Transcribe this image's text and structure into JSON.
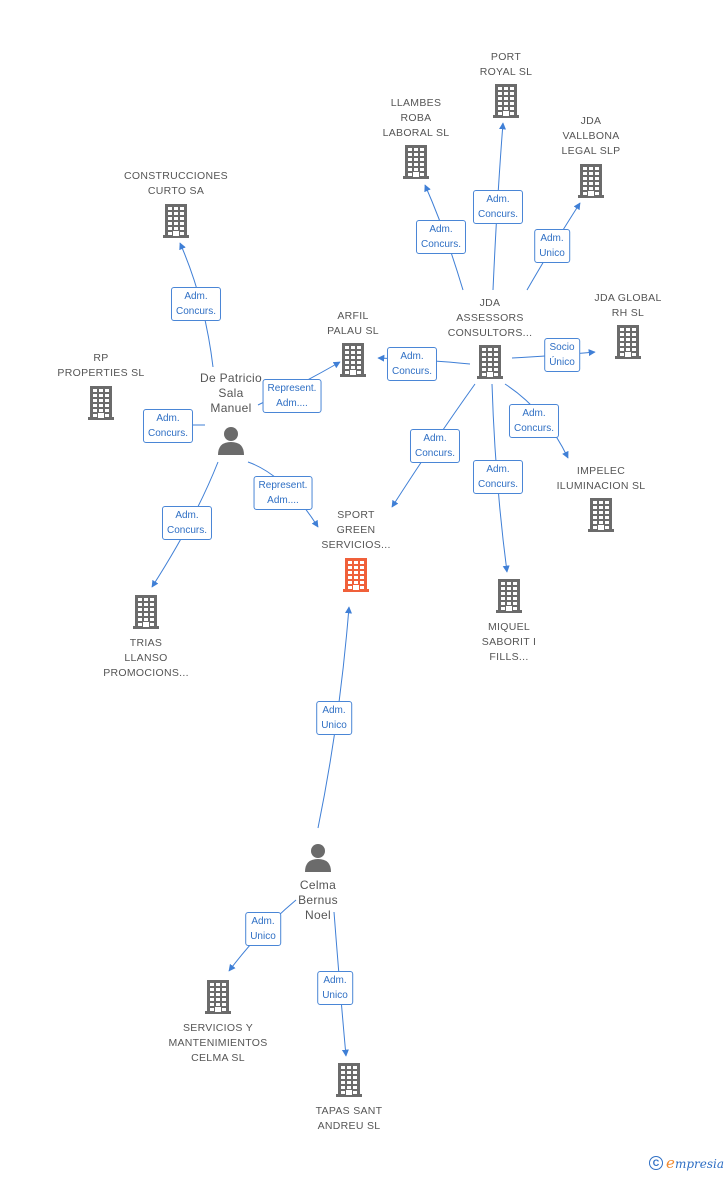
{
  "colors": {
    "building": "#6b6b6b",
    "focus_building": "#f0603a",
    "person": "#6b6b6b",
    "edge": "#3f7fd6"
  },
  "nodes": [
    {
      "id": "port",
      "type": "company",
      "label": [
        "PORT",
        "ROYAL SL"
      ]
    },
    {
      "id": "llambes",
      "type": "company",
      "label": [
        "LLAMBES",
        "ROBA",
        "LABORAL SL"
      ]
    },
    {
      "id": "vallbona",
      "type": "company",
      "label": [
        "JDA",
        "VALLBONA",
        "LEGAL SLP"
      ]
    },
    {
      "id": "construcciones",
      "type": "company",
      "label": [
        "CONSTRUCCIONES",
        "CURTO SA"
      ]
    },
    {
      "id": "arfil",
      "type": "company",
      "label": [
        "ARFIL",
        "PALAU SL"
      ]
    },
    {
      "id": "jda",
      "type": "company",
      "label": [
        "JDA",
        "ASSESSORS",
        "CONSULTORS..."
      ]
    },
    {
      "id": "jdaglobal",
      "type": "company",
      "label": [
        "JDA GLOBAL",
        "RH SL"
      ]
    },
    {
      "id": "rp",
      "type": "company",
      "label": [
        "RP",
        "PROPERTIES SL"
      ]
    },
    {
      "id": "patricio",
      "type": "person",
      "label": [
        "De Patricio",
        "Sala",
        "Manuel"
      ]
    },
    {
      "id": "sport",
      "type": "focus",
      "label": [
        "SPORT",
        "GREEN",
        "SERVICIOS..."
      ]
    },
    {
      "id": "impelec",
      "type": "company",
      "label": [
        "IMPELEC",
        "ILUMINACION SL"
      ]
    },
    {
      "id": "trias",
      "type": "company",
      "label": [
        "TRIAS",
        "LLANSO",
        "PROMOCIONS..."
      ]
    },
    {
      "id": "miquel",
      "type": "company",
      "label": [
        "MIQUEL",
        "SABORIT I",
        "FILLS..."
      ]
    },
    {
      "id": "celma",
      "type": "person",
      "label": [
        "Celma",
        "Bernus",
        "Noel"
      ]
    },
    {
      "id": "servicios",
      "type": "company",
      "label": [
        "SERVICIOS Y",
        "MANTENIMIENTOS",
        "CELMA SL"
      ]
    },
    {
      "id": "tapas",
      "type": "company",
      "label": [
        "TAPAS SANT",
        "ANDREU SL"
      ]
    }
  ],
  "edges": [
    {
      "from": "jda",
      "to": "port",
      "label": [
        "Adm.",
        "Concurs."
      ]
    },
    {
      "from": "jda",
      "to": "llambes",
      "label": [
        "Adm.",
        "Concurs."
      ]
    },
    {
      "from": "jda",
      "to": "vallbona",
      "label": [
        "Adm.",
        "Unico"
      ]
    },
    {
      "from": "jda",
      "to": "jdaglobal",
      "label": [
        "Socio",
        "Único"
      ]
    },
    {
      "from": "jda",
      "to": "arfil",
      "label": [
        "Adm.",
        "Concurs."
      ]
    },
    {
      "from": "jda",
      "to": "impelec",
      "label": [
        "Adm.",
        "Concurs."
      ]
    },
    {
      "from": "jda",
      "to": "sport",
      "label": [
        "Adm.",
        "Concurs."
      ]
    },
    {
      "from": "jda",
      "to": "miquel",
      "label": [
        "Adm.",
        "Concurs."
      ]
    },
    {
      "from": "patricio",
      "to": "construcciones",
      "label": [
        "Adm.",
        "Concurs."
      ]
    },
    {
      "from": "patricio",
      "to": "arfil",
      "label": [
        "Represent.",
        "Adm...."
      ]
    },
    {
      "from": "patricio",
      "to": "rp",
      "label": [
        "Adm.",
        "Concurs."
      ]
    },
    {
      "from": "patricio",
      "to": "sport",
      "label": [
        "Represent.",
        "Adm...."
      ]
    },
    {
      "from": "patricio",
      "to": "trias",
      "label": [
        "Adm.",
        "Concurs."
      ]
    },
    {
      "from": "celma",
      "to": "sport",
      "label": [
        "Adm.",
        "Unico"
      ]
    },
    {
      "from": "celma",
      "to": "servicios",
      "label": [
        "Adm.",
        "Unico"
      ]
    },
    {
      "from": "celma",
      "to": "tapas",
      "label": [
        "Adm.",
        "Unico"
      ]
    }
  ],
  "footer": {
    "copyright_symbol": "C",
    "brand_first": "e",
    "brand_rest": "mpresia"
  }
}
